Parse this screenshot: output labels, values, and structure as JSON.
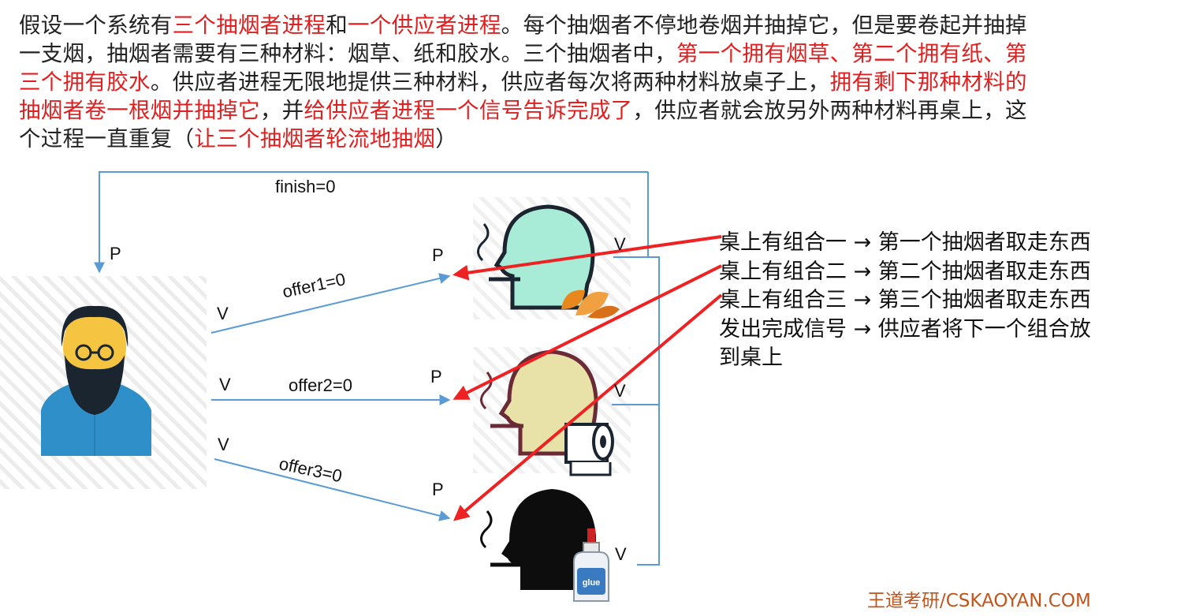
{
  "paragraph": {
    "seg1": "假设一个系统有",
    "seg2": "三个抽烟者进程",
    "seg3": "和",
    "seg4": "一个供应者进程",
    "seg5": "。每个抽烟者不停地卷烟并抽掉它，但是要卷起并抽掉一支烟，抽烟者需要有三种材料：烟草、纸和胶水。三个抽烟者中，",
    "seg6": "第一个拥有烟草、第二个拥有纸、第三个拥有胶水",
    "seg7": "。供应者进程无限地提供三种材料，供应者每次将两种材料放桌子上，",
    "seg8": "拥有剩下那种材料的抽烟者卷一根烟并抽掉它",
    "seg9": "，并",
    "seg10": "给供应者进程一个信号告诉完成了",
    "seg11": "，供应者就会放另外两种材料再桌上，这个过程一直重复（",
    "seg12": "让三个抽烟者轮流地抽烟",
    "seg13": "）"
  },
  "diagram": {
    "finish_label": "finish=0",
    "offer1_label": "offer1=0",
    "offer2_label": "offer2=0",
    "offer3_label": "offer3=0",
    "p": "P",
    "v": "V",
    "glue_text": "glue"
  },
  "notes": {
    "line1": "桌上有组合一 → 第一个抽烟者取走东西",
    "line2": "桌上有组合二 → 第二个抽烟者取走东西",
    "line3": "桌上有组合三 → 第三个抽烟者取走东西",
    "line4": "发出完成信号 → 供应者将下一个组合放",
    "line5": "到桌上"
  },
  "footer": "王道考研/CSKAOYAN.COM",
  "colors": {
    "red": "#e02020",
    "line_blue": "#5b9bd5",
    "arrow_red": "#ee2222",
    "footer": "#c0551e"
  }
}
